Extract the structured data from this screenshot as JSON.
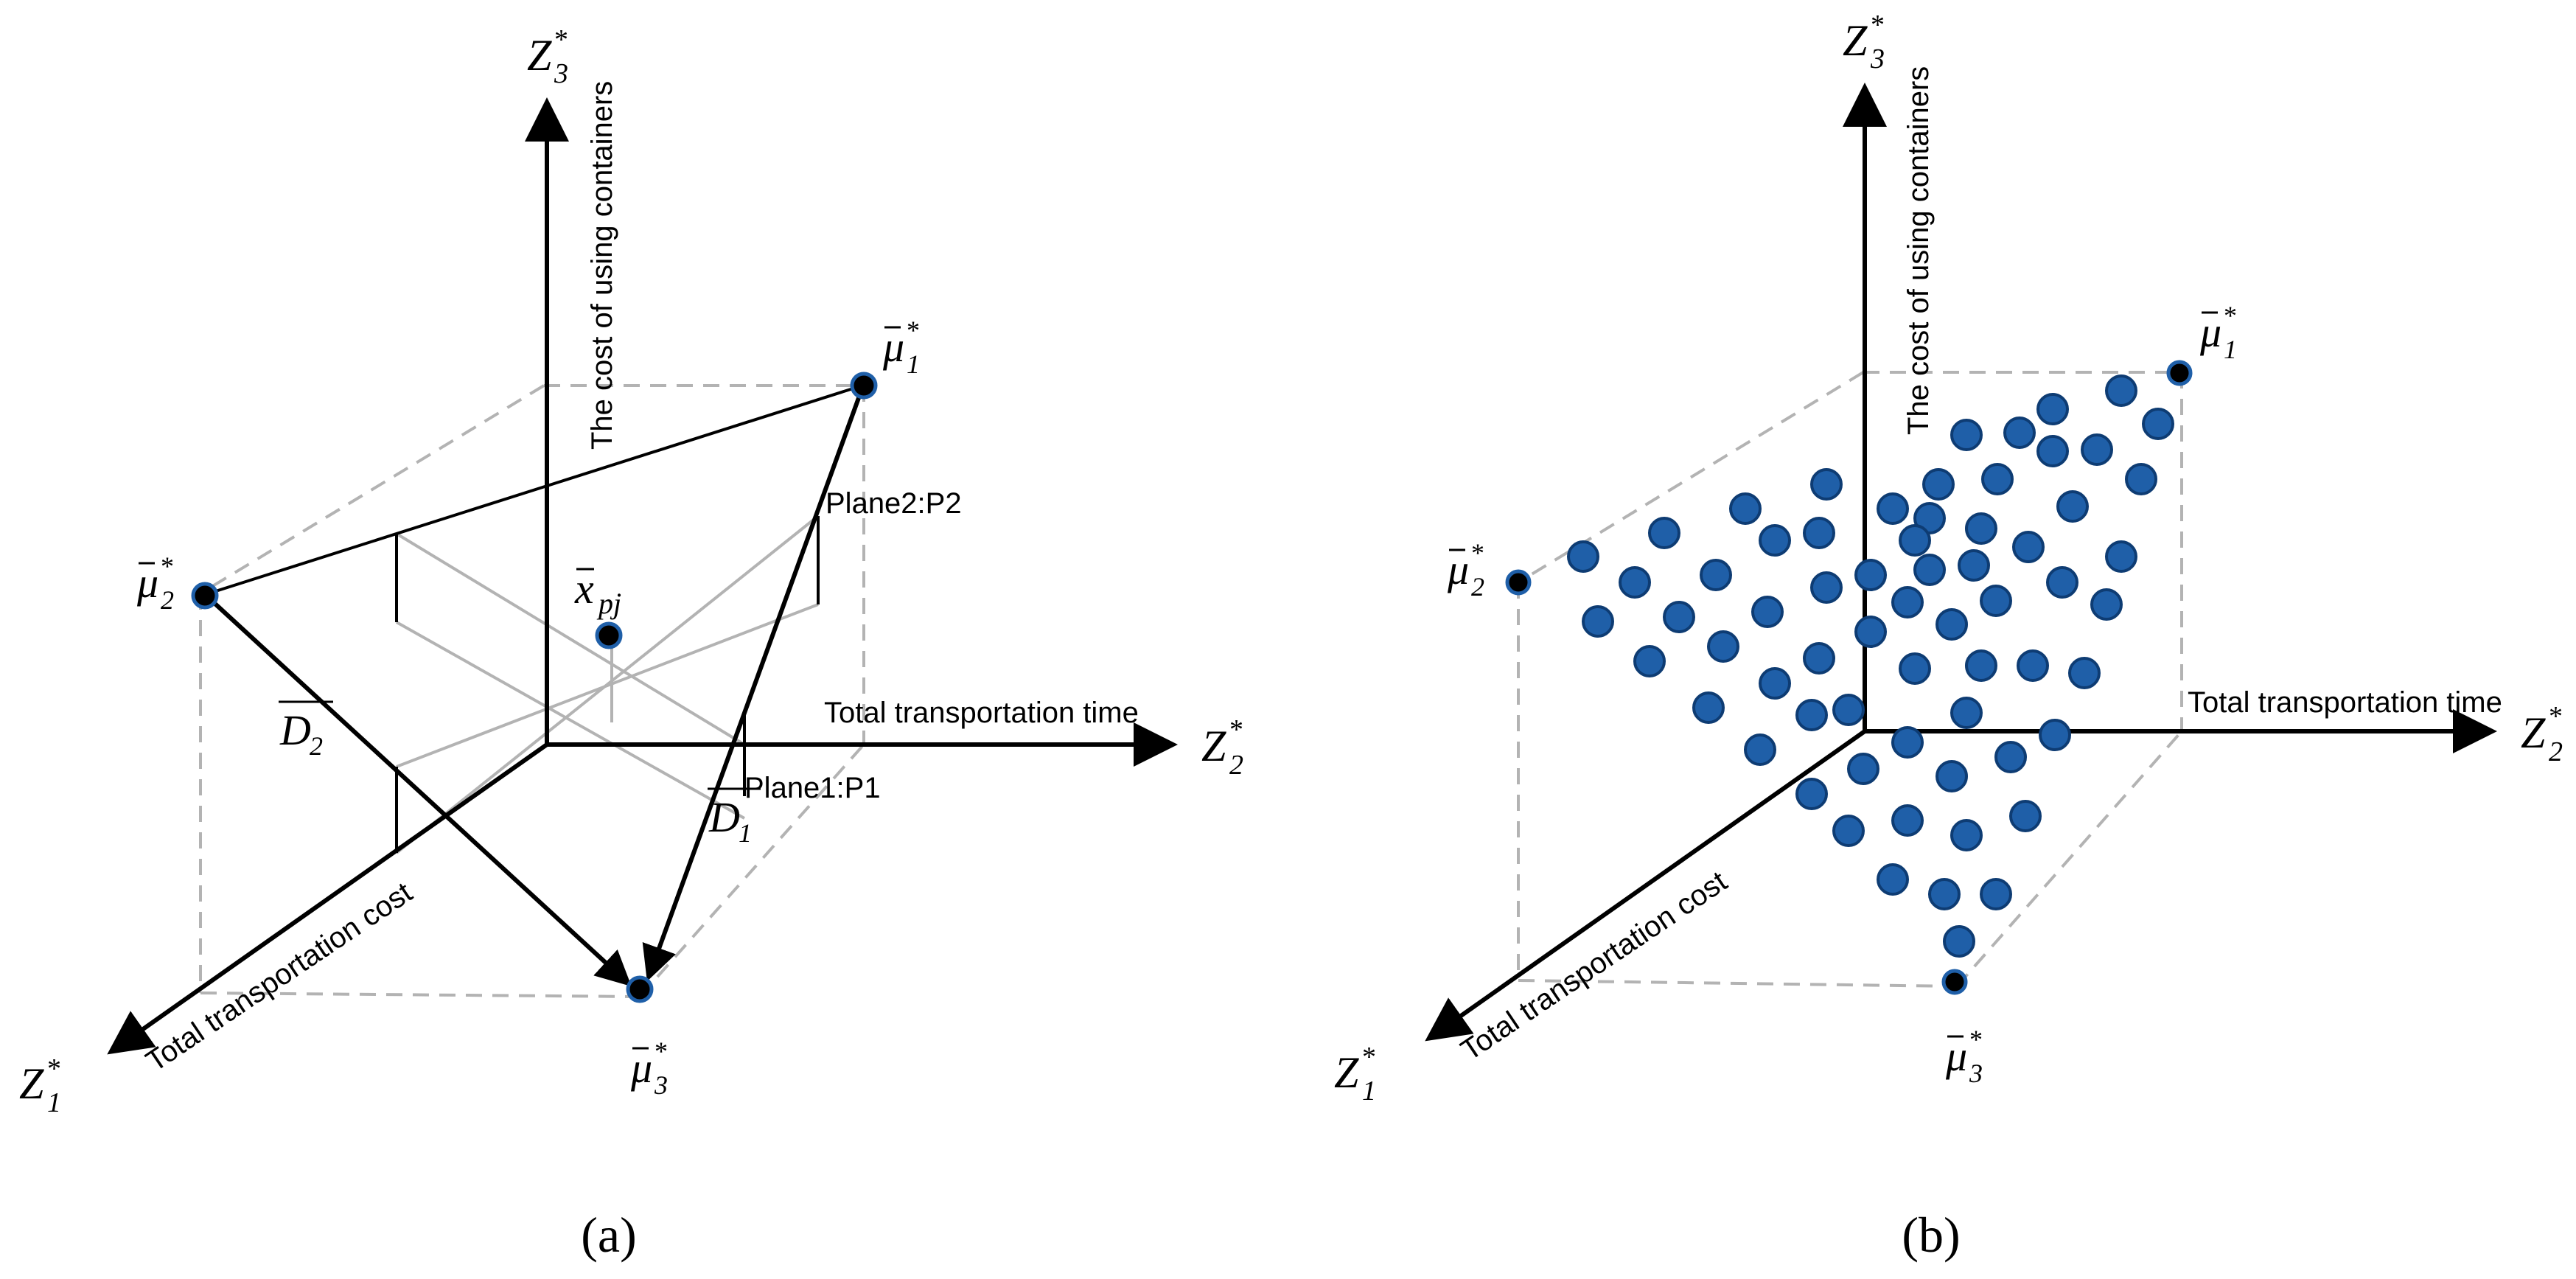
{
  "panels": [
    {
      "caption": "(a)",
      "axes": {
        "z1": "Z",
        "z2": "Z",
        "z3": "Z",
        "z1_sub": "1",
        "z2_sub": "2",
        "z3_sub": "3",
        "sup": "*",
        "z1_title": "Total transportation cost",
        "z2_title": "Total transportation time",
        "z3_title": "The cost of using containers"
      },
      "points": {
        "mu": "μ",
        "mu1_sub": "1",
        "mu2_sub": "2",
        "mu3_sub": "3",
        "x": "x",
        "x_sub": "pj"
      },
      "planes": {
        "plane1": "Plane1:P1",
        "plane2": "Plane2:P2"
      },
      "distances": {
        "d": "D",
        "d1_sub": "1",
        "d2_sub": "2"
      }
    },
    {
      "caption": "(b)",
      "axes": {
        "z1": "Z",
        "z2": "Z",
        "z3": "Z",
        "z1_sub": "1",
        "z2_sub": "2",
        "z3_sub": "3",
        "sup": "*",
        "z1_title": "Total transportation cost",
        "z2_title": "Total transportation time",
        "z3_title": "The cost of using containers"
      },
      "points": {
        "mu": "μ",
        "mu1_sub": "1",
        "mu2_sub": "2",
        "mu3_sub": "3"
      }
    }
  ],
  "colors": {
    "axis": "#000000",
    "guide": "#b3b3b3",
    "grid": "#bdbdbd",
    "dot_fill": "#1f5fa8",
    "dot_stroke": "#0e3c73"
  }
}
